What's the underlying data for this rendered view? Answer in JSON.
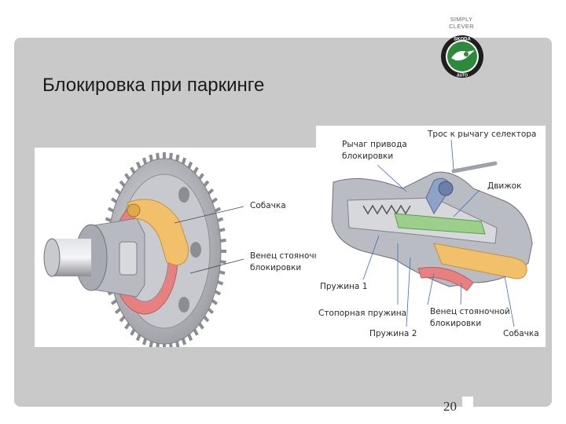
{
  "brand": {
    "tagline_line1": "SIMPLY",
    "tagline_line2": "CLEVER",
    "logo_ring_text": "SKODA",
    "logo_bottom_text": "AUTO"
  },
  "slide": {
    "title": "Блокировка при паркинге",
    "page_number": "20"
  },
  "left_figure": {
    "labels": {
      "pawl": "Собачка",
      "ring_line1": "Венец стояночной",
      "ring_line2": "блокировки"
    }
  },
  "right_figure": {
    "labels": {
      "lever_line1": "Рычаг привода",
      "lever_line2": "блокировки",
      "cable": "Трос к рычагу селектора",
      "slider": "Движок",
      "spring1": "Пружина 1",
      "stop_spring": "Стопорная пружина",
      "spring2": "Пружина 2",
      "ring_line1": "Венец стояночной",
      "ring_line2": "блокировки",
      "pawl": "Собачка"
    }
  },
  "colors": {
    "panel": "#c9c9c9",
    "pawl": "#f2c06a",
    "ring": "#e88080",
    "slider": "#9ccf8a",
    "part_blue": "#8ea2c8",
    "steel": "#b9bcc2"
  }
}
